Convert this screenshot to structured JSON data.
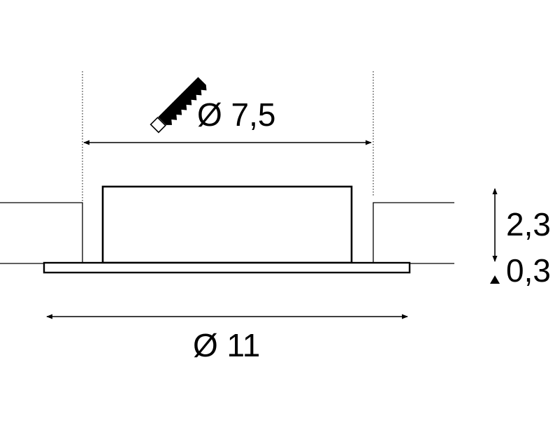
{
  "drawing": {
    "cutout_diameter_label": "Ø 7,5",
    "outer_diameter_label": "Ø 11",
    "body_height_label": "2,3",
    "flange_thickness_label": "0,3",
    "line_color": "#000000",
    "background_color": "#ffffff",
    "icons": [
      "saw-icon"
    ]
  }
}
